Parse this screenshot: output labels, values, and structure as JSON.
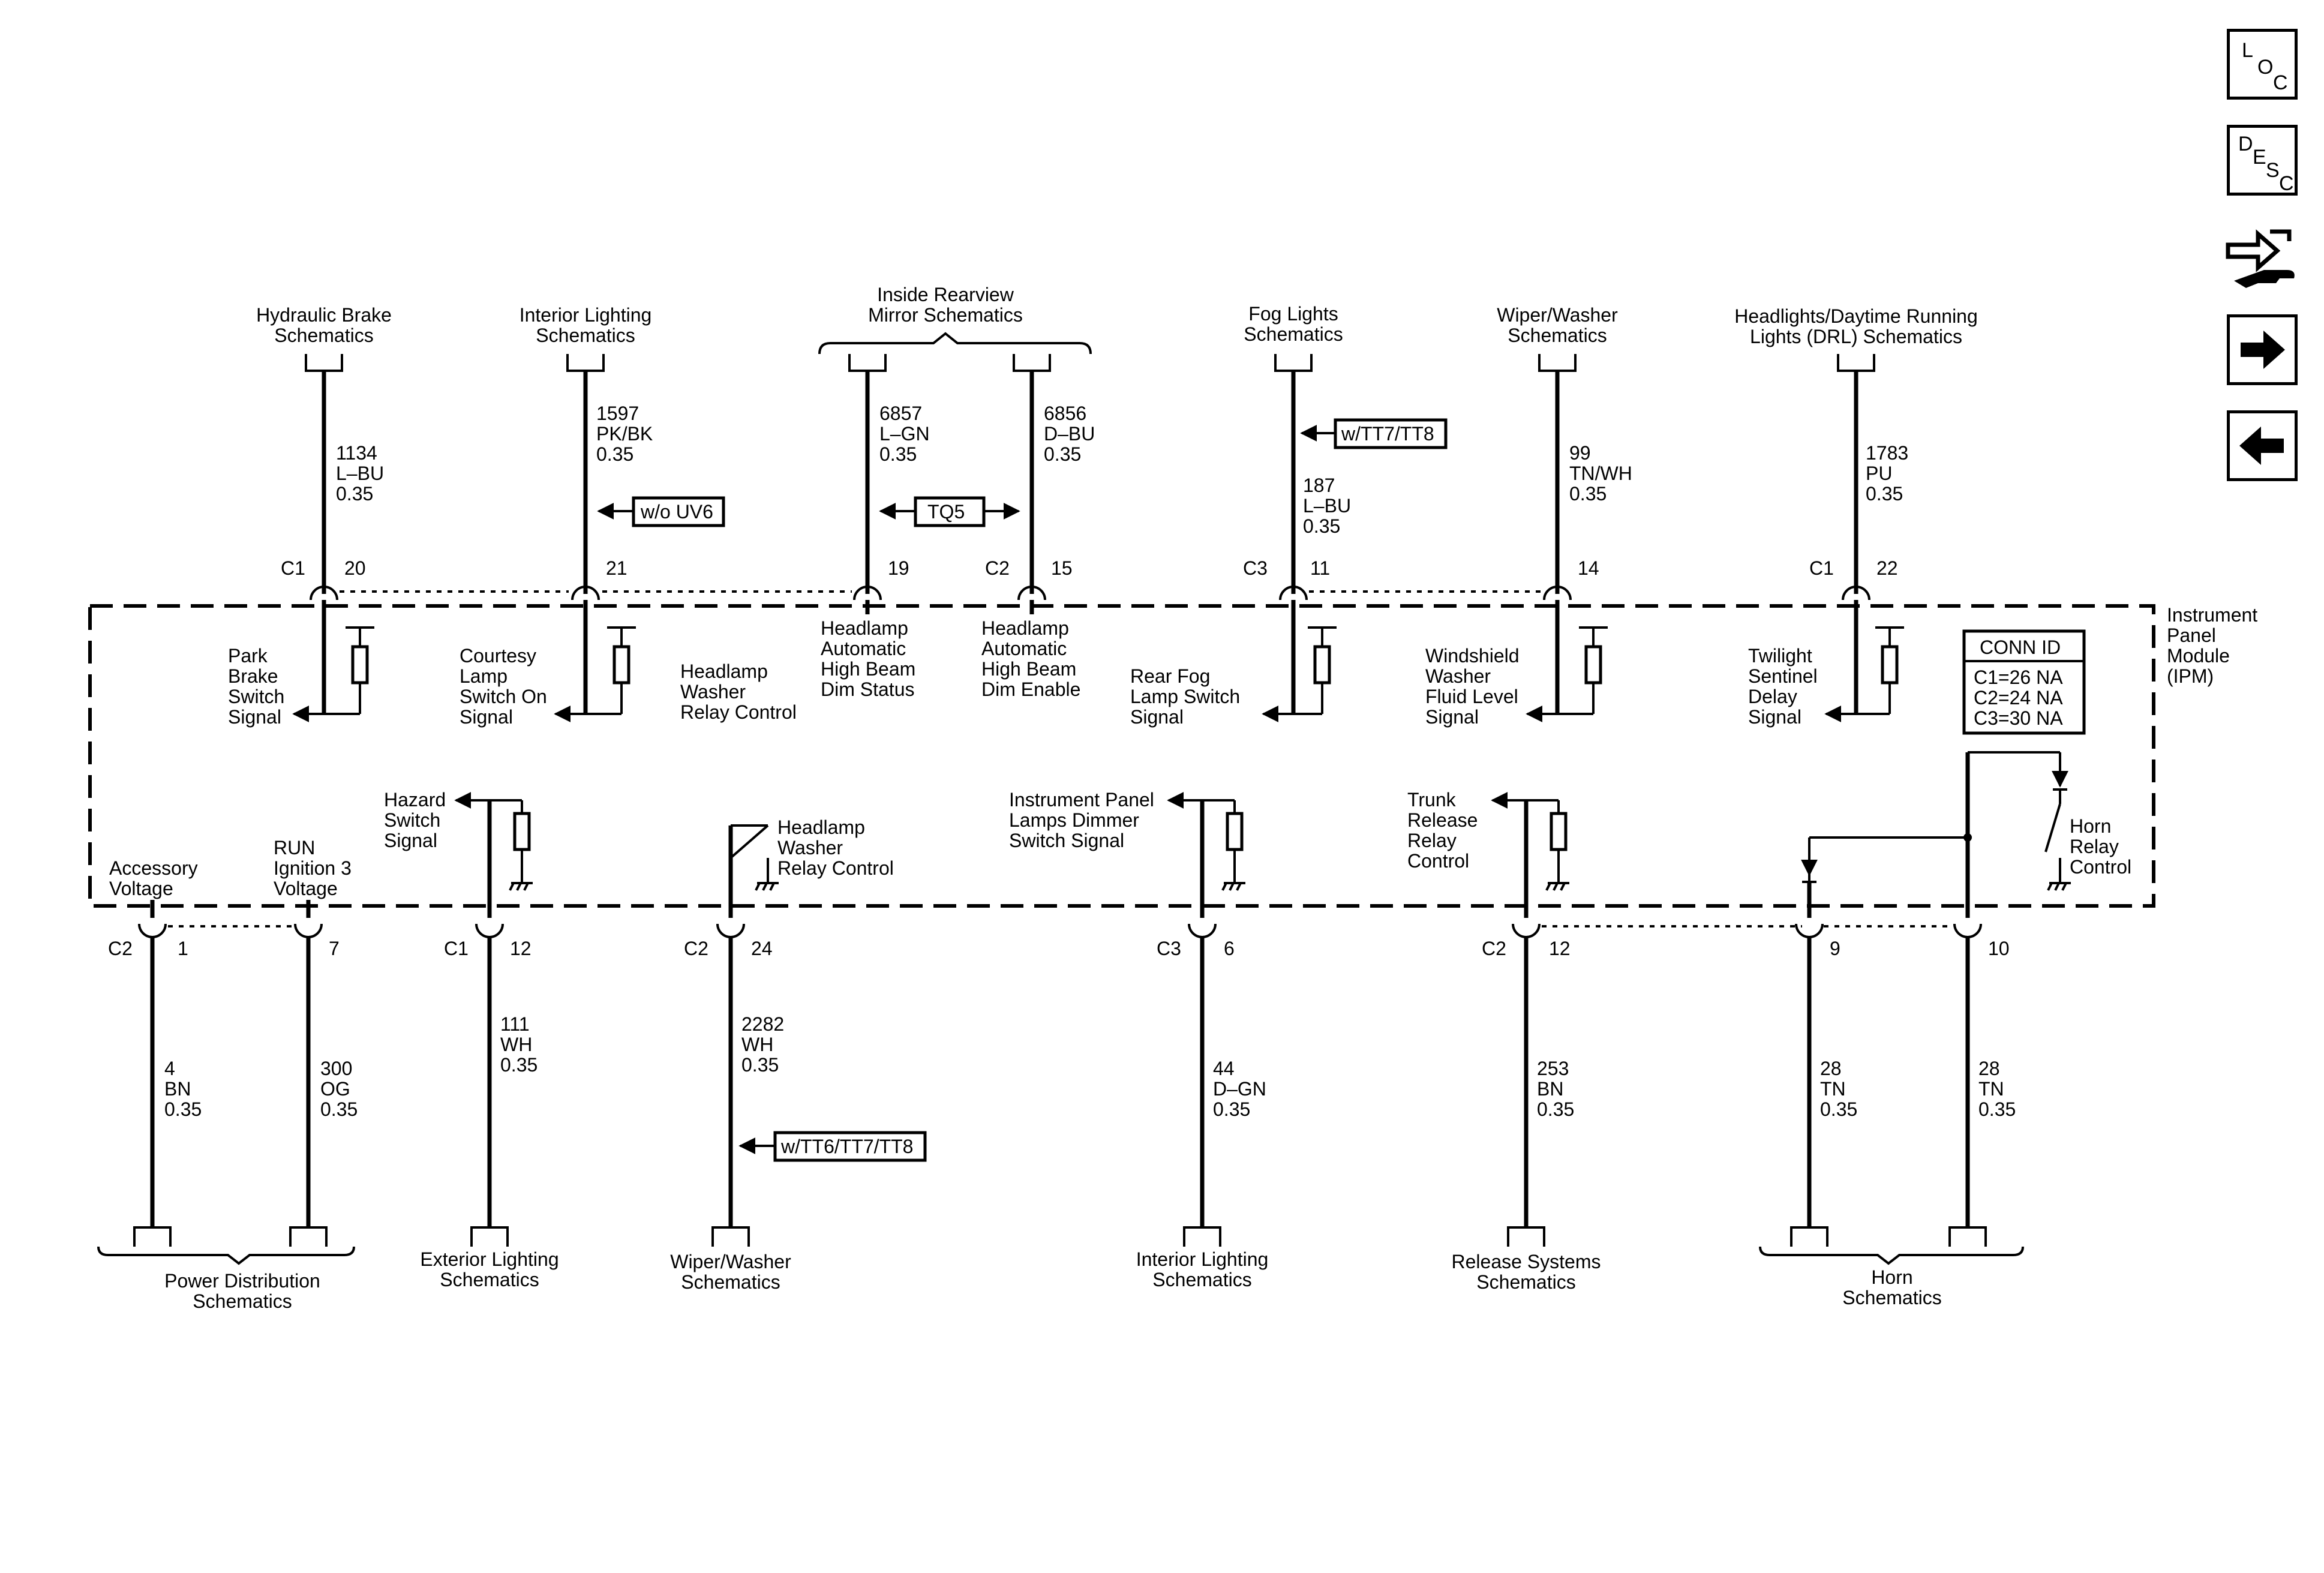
{
  "nav": {
    "loc_l": "L",
    "loc_o": "O",
    "loc_c": "C",
    "desc_d": "D",
    "desc_e": "E",
    "desc_s": "S",
    "desc_c": "C"
  },
  "module": {
    "line1": "Instrument",
    "line2": "Panel",
    "line3": "Module",
    "line4": "(IPM)"
  },
  "conn_id": {
    "title": "CONN ID",
    "c1": "C1=26 NA",
    "c2": "C2=24 NA",
    "c3": "C3=30 NA"
  },
  "top": {
    "hydraulic": {
      "l1": "Hydraulic Brake",
      "l2": "Schematics",
      "circuit": "1134",
      "color": "L–BU",
      "gauge": "0.35",
      "conn": "C1",
      "pin": "20",
      "sig1": "Park",
      "sig2": "Brake",
      "sig3": "Switch",
      "sig4": "Signal"
    },
    "interior": {
      "l1": "Interior Lighting",
      "l2": "Schematics",
      "circuit": "1597",
      "color": "PK/BK",
      "gauge": "0.35",
      "opt": "w/o UV6",
      "pin": "21",
      "sig1": "Courtesy",
      "sig2": "Lamp",
      "sig3": "Switch On",
      "sig4": "Signal"
    },
    "washer_relay": {
      "l1": "Headlamp",
      "l2": "Washer",
      "l3": "Relay Control"
    },
    "mirror": {
      "l1": "Inside Rearview",
      "l2": "Mirror Schematics",
      "circuit_a": "6857",
      "color_a": "L–GN",
      "gauge_a": "0.35",
      "circuit_b": "6856",
      "color_b": "D–BU",
      "gauge_b": "0.35",
      "opt": "TQ5",
      "pin_a": "19",
      "conn_b": "C2",
      "pin_b": "15",
      "sa1": "Headlamp",
      "sa2": "Automatic",
      "sa3": "High Beam",
      "sa4": "Dim Status",
      "sb1": "Headlamp",
      "sb2": "Automatic",
      "sb3": "High Beam",
      "sb4": "Dim Enable"
    },
    "fog": {
      "l1": "Fog Lights",
      "l2": "Schematics",
      "opt": "w/TT7/TT8",
      "circuit": "187",
      "color": "L–BU",
      "gauge": "0.35",
      "conn": "C3",
      "pin": "11",
      "sig1": "Rear Fog",
      "sig2": "Lamp Switch",
      "sig3": "Signal"
    },
    "wiper": {
      "l1": "Wiper/Washer",
      "l2": "Schematics",
      "circuit": "99",
      "color": "TN/WH",
      "gauge": "0.35",
      "pin": "14",
      "sig1": "Windshield",
      "sig2": "Washer",
      "sig3": "Fluid Level",
      "sig4": "Signal"
    },
    "drl": {
      "l1": "Headlights/Daytime Running",
      "l2": "Lights (DRL) Schematics",
      "circuit": "1783",
      "color": "PU",
      "gauge": "0.35",
      "conn": "C1",
      "pin": "22",
      "sig1": "Twilight",
      "sig2": "Sentinel",
      "sig3": "Delay",
      "sig4": "Signal"
    }
  },
  "bottom": {
    "power": {
      "label1": "Power Distribution",
      "label2": "Schematics",
      "acc1": "Accessory",
      "acc2": "Voltage",
      "run1": "RUN",
      "run2": "Ignition 3",
      "run3": "Voltage",
      "conn": "C2",
      "pin_a": "1",
      "pin_b": "7",
      "circuit_a": "4",
      "color_a": "BN",
      "gauge_a": "0.35",
      "circuit_b": "300",
      "color_b": "OG",
      "gauge_b": "0.35"
    },
    "exterior": {
      "label1": "Exterior Lighting",
      "label2": "Schematics",
      "sig1": "Hazard",
      "sig2": "Switch",
      "sig3": "Signal",
      "conn": "C1",
      "pin": "12",
      "circuit": "111",
      "color": "WH",
      "gauge": "0.35"
    },
    "wiper": {
      "label1": "Wiper/Washer",
      "label2": "Schematics",
      "sig1": "Headlamp",
      "sig2": "Washer",
      "sig3": "Relay Control",
      "conn": "C2",
      "pin": "24",
      "circuit": "2282",
      "color": "WH",
      "gauge": "0.35",
      "opt": "w/TT6/TT7/TT8"
    },
    "interior": {
      "label1": "Interior Lighting",
      "label2": "Schematics",
      "sig1": "Instrument Panel",
      "sig2": "Lamps Dimmer",
      "sig3": "Switch Signal",
      "conn": "C3",
      "pin": "6",
      "circuit": "44",
      "color": "D–GN",
      "gauge": "0.35"
    },
    "release": {
      "label1": "Release Systems",
      "label2": "Schematics",
      "sig1": "Trunk",
      "sig2": "Release",
      "sig3": "Relay",
      "sig4": "Control",
      "conn": "C2",
      "pin": "12",
      "circuit": "253",
      "color": "BN",
      "gauge": "0.35"
    },
    "horn": {
      "label1": "Horn",
      "label2": "Schematics",
      "sig1": "Horn",
      "sig2": "Relay",
      "sig3": "Control",
      "pin_a": "9",
      "pin_b": "10",
      "circuit_a": "28",
      "color_a": "TN",
      "gauge_a": "0.35",
      "circuit_b": "28",
      "color_b": "TN",
      "gauge_b": "0.35"
    }
  }
}
